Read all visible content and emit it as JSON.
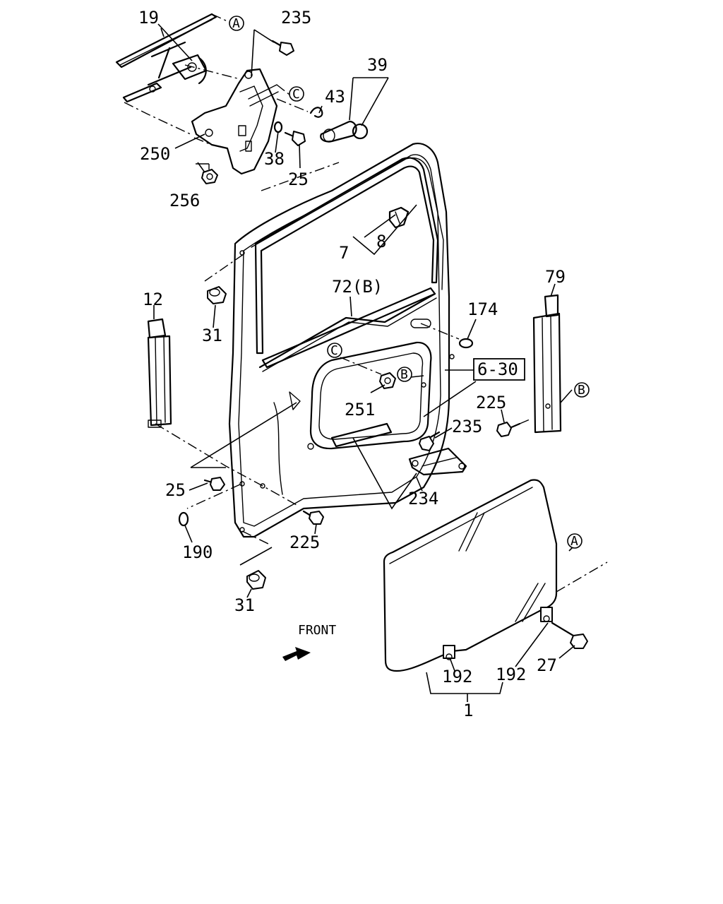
{
  "callouts": {
    "p19": "19",
    "p235a": "235",
    "pA1": "A",
    "p39": "39",
    "p43": "43",
    "pC1": "C",
    "p250": "250",
    "p38": "38",
    "p25a": "25",
    "p256": "256",
    "p7": "7",
    "p8": "8",
    "p12": "12",
    "p31a": "31",
    "p72": "72(B)",
    "p174": "174",
    "p79": "79",
    "pC2": "C",
    "pB1": "B",
    "p630": "6-30",
    "p225a": "225",
    "pB2": "B",
    "p251": "251",
    "p235b": "235",
    "p234": "234",
    "p25b": "25",
    "p225b": "225",
    "p190": "190",
    "p31b": "31",
    "pA2": "A",
    "p192a": "192",
    "p192b": "192",
    "p27": "27",
    "p1": "1"
  },
  "front_label": "FRONT"
}
